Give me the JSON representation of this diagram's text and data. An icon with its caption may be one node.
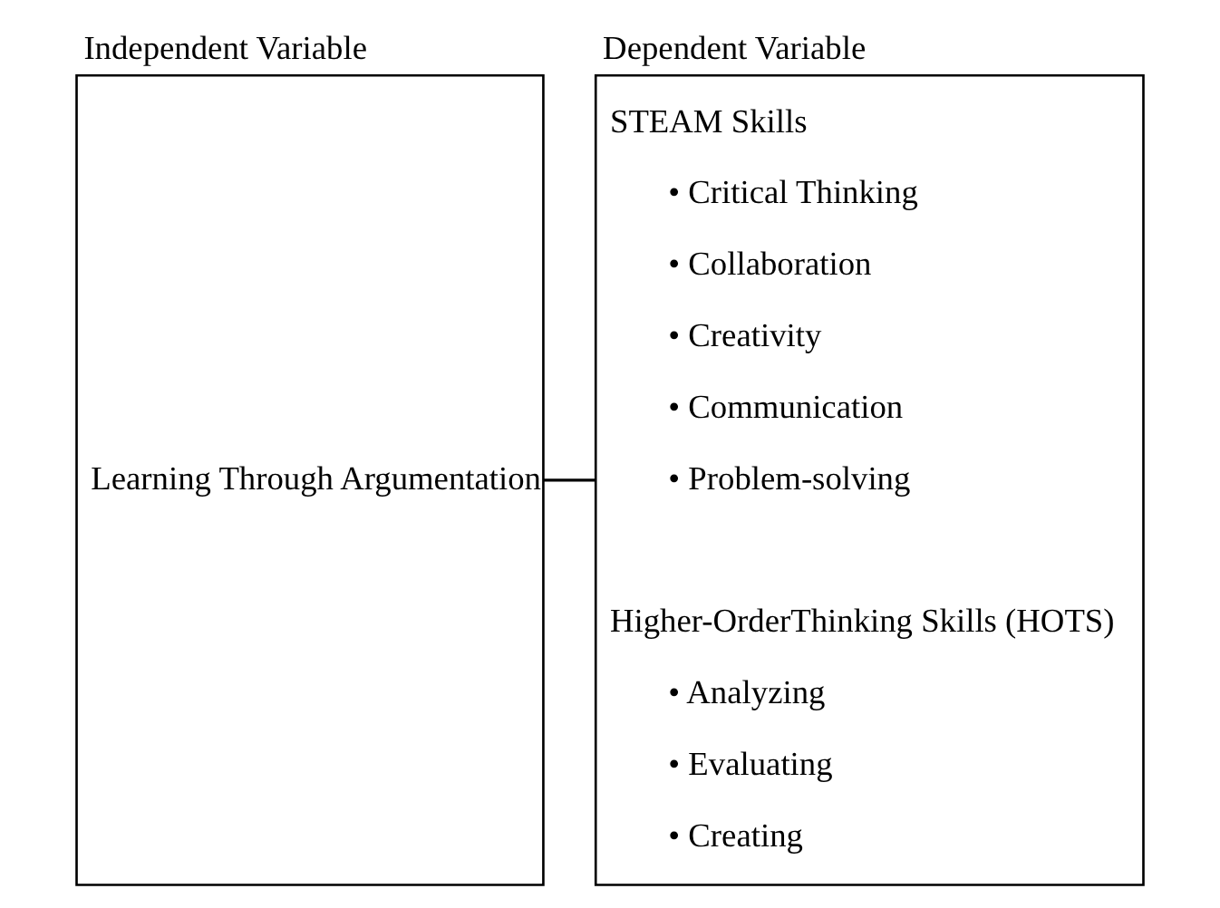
{
  "diagram": {
    "nodes": [
      {
        "text": [
          "Independent Variable",
          "Learning Through Argumentation"
        ]
      },
      {
        "text": [
          "Dependent Variable",
          "STEAM Skills",
          "• Critical Thinking",
          "• Collaboration",
          "• Creativity",
          "• Communication",
          "• Problem-solving",
          "Higher-OrderThinking Skills (HOTS)",
          "• Analyzing",
          "• Evaluating",
          "• Creating"
        ]
      }
    ],
    "edges": [
      {
        "from": 0,
        "to": 1,
        "arrow": "none"
      }
    ]
  }
}
